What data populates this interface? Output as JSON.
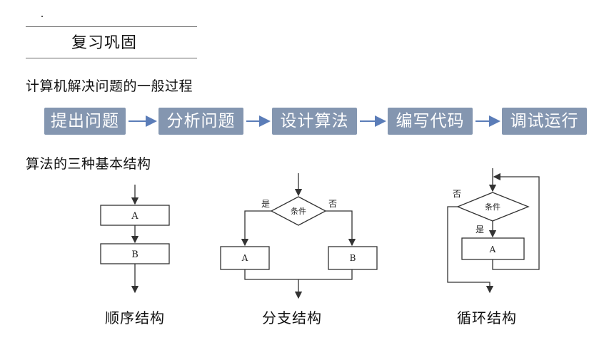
{
  "slide": {
    "title": "复习巩固",
    "process_heading": "计算机解决问题的一般过程",
    "structures_heading": "算法的三种基本结构",
    "process_steps": [
      "提出问题",
      "分析问题",
      "设计算法",
      "编写代码",
      "调试运行"
    ],
    "structures": [
      {
        "caption": "顺序结构",
        "box1": "A",
        "box2": "B"
      },
      {
        "caption": "分支结构",
        "condition": "条件",
        "yes": "是",
        "no": "否",
        "box_left": "A",
        "box_right": "B"
      },
      {
        "caption": "循环结构",
        "condition": "条件",
        "no": "否",
        "yes": "是",
        "box": "A"
      }
    ]
  },
  "colors": {
    "step_fill": "#8496b0",
    "arrow": "#5b7db8",
    "diagram_line": "#333333"
  }
}
